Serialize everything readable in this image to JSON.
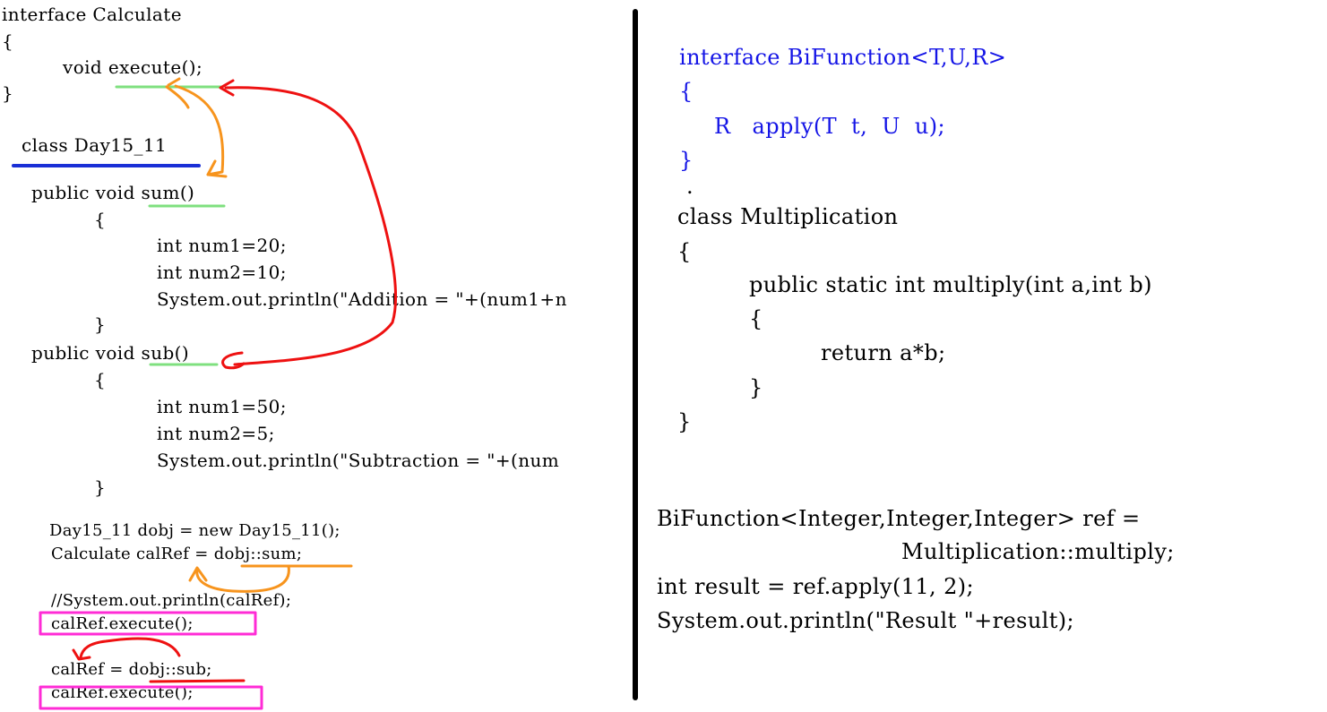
{
  "left": {
    "interface_block": [
      "interface Calculate",
      "{",
      "void execute();",
      "}"
    ],
    "class_header": "class Day15_11",
    "sum_method": {
      "signature": "public void sum()",
      "open": "{",
      "lines": [
        "int num1=20;",
        "int num2=10;",
        "System.out.println(\"Addition = \"+(num1+n"
      ],
      "close": "}"
    },
    "sub_method": {
      "signature": "public void sub()",
      "open": "{",
      "lines": [
        "int num1=50;",
        "int num2=5;",
        "System.out.println(\"Subtraction = \"+(num"
      ],
      "close": "}"
    },
    "main_lines": [
      "Day15_11 dobj = new Day15_11();",
      "Calculate calRef = dobj::sum;",
      "//System.out.println(calRef);",
      "calRef.execute();",
      "calRef = dobj::sub;",
      "calRef.execute();"
    ]
  },
  "right": {
    "interface_block": [
      "interface BiFunction<T,U,R>",
      "{",
      "R   apply(T  t,  U  u);",
      "}"
    ],
    "dot": ".",
    "class_block": [
      "class Multiplication",
      "{",
      "public static int multiply(int a,int b)",
      "{",
      "return a*b;",
      "}",
      "}"
    ],
    "usage_lines": [
      "BiFunction<Integer,Integer,Integer> ref =",
      "Multiplication::multiply;",
      "int result = ref.apply(11, 2);",
      "System.out.println(\"Result \"+result);"
    ]
  },
  "colors": {
    "interface_text": "#1414e6",
    "underline_green": "#7fe07f",
    "underline_blue": "#1a2fd6",
    "arrow_orange": "#f7941d",
    "arrow_red": "#ee1111",
    "highlight_box": "#ff2bd6"
  }
}
